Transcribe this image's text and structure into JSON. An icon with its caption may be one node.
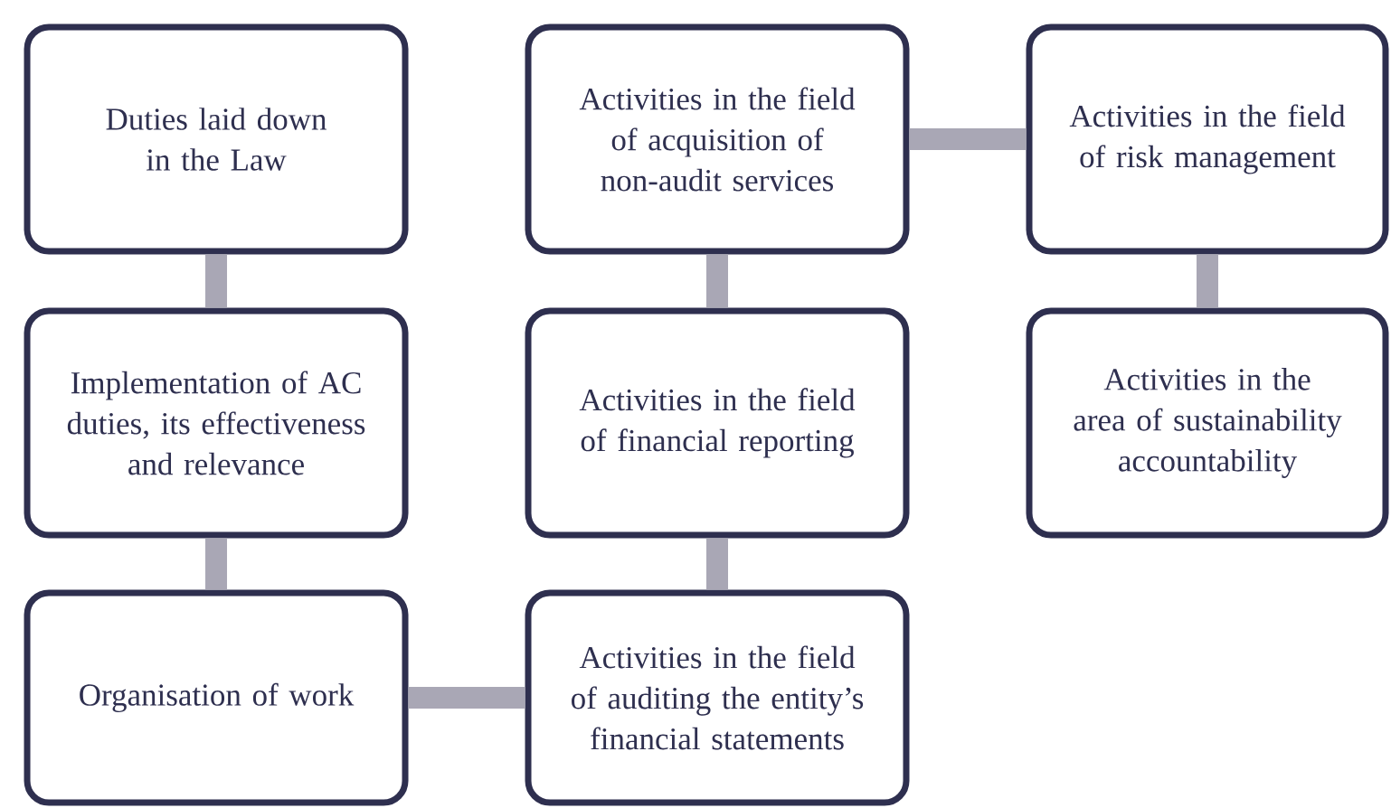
{
  "diagram": {
    "nodes": [
      {
        "text": [
          "Duties laid down in the Law"
        ]
      },
      {
        "text": [
          "Implementation of AC duties, its effectiveness and relevance"
        ]
      },
      {
        "text": [
          "Organisation of work"
        ]
      },
      {
        "text": [
          "Activities in the field of acquisition of non-audit services"
        ]
      },
      {
        "text": [
          "Activities in the field of financial reporting"
        ]
      },
      {
        "text": [
          "Activities in the field of auditing the entity’s financial statements"
        ]
      },
      {
        "text": [
          "Activities in the field of risk management"
        ]
      },
      {
        "text": [
          "Activities in the area of sustainability accountability"
        ]
      }
    ],
    "edges": [
      {
        "from": 0,
        "to": 1,
        "arrow": "none"
      },
      {
        "from": 1,
        "to": 2,
        "arrow": "none"
      },
      {
        "from": 2,
        "to": 5,
        "arrow": "none"
      },
      {
        "from": 5,
        "to": 4,
        "arrow": "none"
      },
      {
        "from": 4,
        "to": 3,
        "arrow": "none"
      },
      {
        "from": 3,
        "to": 6,
        "arrow": "none"
      },
      {
        "from": 6,
        "to": 7,
        "arrow": "none"
      }
    ]
  }
}
